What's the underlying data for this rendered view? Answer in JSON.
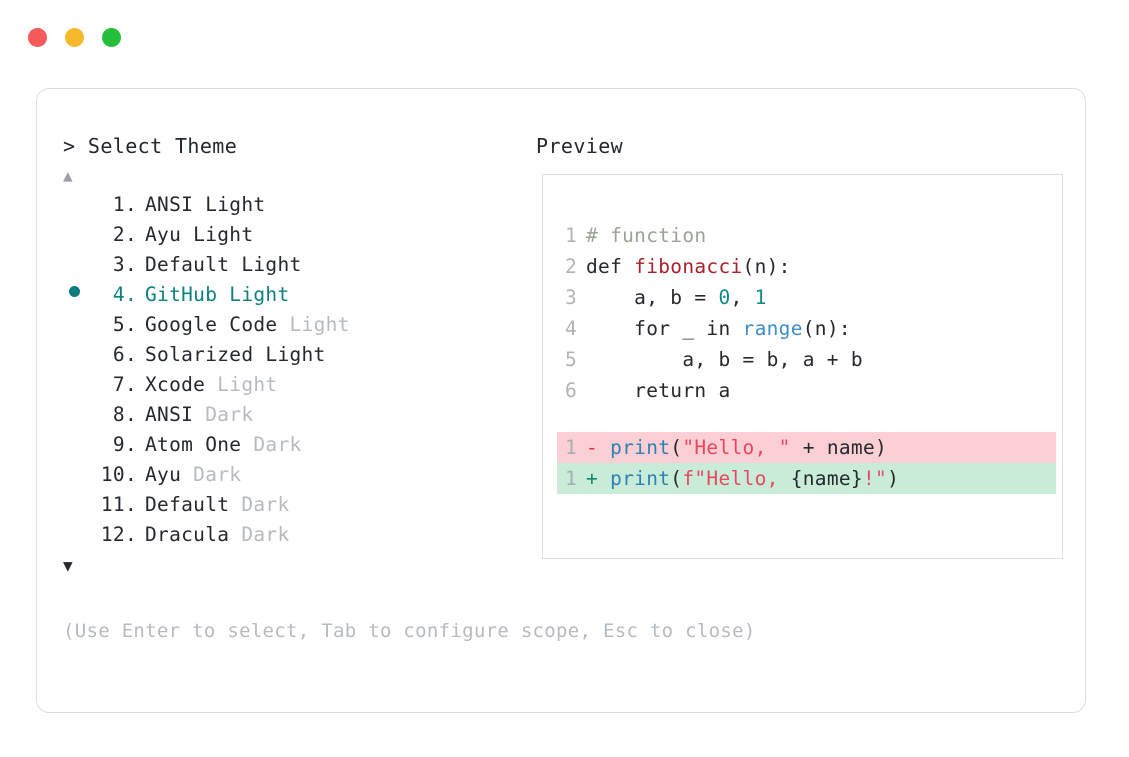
{
  "window": {
    "traffic_lights": [
      {
        "name": "close",
        "color": "#f4595b"
      },
      {
        "name": "minimize",
        "color": "#f7b92c"
      },
      {
        "name": "maximize",
        "color": "#25c03a"
      }
    ]
  },
  "prompt": {
    "marker": "> ",
    "title": "Select Theme"
  },
  "preview": {
    "title": "Preview"
  },
  "scroll": {
    "up_arrow": "▲",
    "down_arrow": "▼"
  },
  "selection": {
    "selected_index": 4,
    "accent_color": "#0e8080",
    "bullet": "●"
  },
  "themes": [
    {
      "num": " 1.",
      "name": "ANSI Light",
      "suffix": "",
      "selected": false
    },
    {
      "num": " 2.",
      "name": "Ayu Light",
      "suffix": "",
      "selected": false
    },
    {
      "num": " 3.",
      "name": "Default Light",
      "suffix": "",
      "selected": false
    },
    {
      "num": " 4.",
      "name": "GitHub Light",
      "suffix": "",
      "selected": true
    },
    {
      "num": " 5.",
      "name": "Google Code",
      "suffix": " Light",
      "selected": false
    },
    {
      "num": " 6.",
      "name": "Solarized Light",
      "suffix": "",
      "selected": false
    },
    {
      "num": " 7.",
      "name": "Xcode",
      "suffix": " Light",
      "selected": false
    },
    {
      "num": " 8.",
      "name": "ANSI",
      "suffix": " Dark",
      "selected": false
    },
    {
      "num": " 9.",
      "name": "Atom One",
      "suffix": " Dark",
      "selected": false
    },
    {
      "num": "10.",
      "name": "Ayu",
      "suffix": " Dark",
      "selected": false
    },
    {
      "num": "11.",
      "name": "Default",
      "suffix": " Dark",
      "selected": false
    },
    {
      "num": "12.",
      "name": "Dracula",
      "suffix": " Dark",
      "selected": false
    }
  ],
  "code": {
    "lines": [
      {
        "ln": "1",
        "tokens": [
          {
            "t": "# function",
            "c": "comment"
          }
        ]
      },
      {
        "ln": "2",
        "tokens": [
          {
            "t": "def ",
            "c": "kw"
          },
          {
            "t": "fibonacci",
            "c": "fnname"
          },
          {
            "t": "(n):",
            "c": "plain"
          }
        ]
      },
      {
        "ln": "3",
        "tokens": [
          {
            "t": "    a, b = ",
            "c": "plain"
          },
          {
            "t": "0",
            "c": "num"
          },
          {
            "t": ", ",
            "c": "plain"
          },
          {
            "t": "1",
            "c": "num"
          }
        ]
      },
      {
        "ln": "4",
        "tokens": [
          {
            "t": "    for _ in ",
            "c": "plain"
          },
          {
            "t": "range",
            "c": "builtin"
          },
          {
            "t": "(n):",
            "c": "plain"
          }
        ]
      },
      {
        "ln": "5",
        "tokens": [
          {
            "t": "        a, b = b, a + b",
            "c": "plain"
          }
        ]
      },
      {
        "ln": "6",
        "tokens": [
          {
            "t": "    return a",
            "c": "plain"
          }
        ]
      }
    ],
    "diff": [
      {
        "ln": "1",
        "kind": "del",
        "tokens": [
          {
            "t": "- ",
            "c": "mark-del"
          },
          {
            "t": "print",
            "c": "fncall"
          },
          {
            "t": "(",
            "c": "plain"
          },
          {
            "t": "\"Hello, \"",
            "c": "str"
          },
          {
            "t": " + name)",
            "c": "plain"
          }
        ]
      },
      {
        "ln": "1",
        "kind": "add",
        "tokens": [
          {
            "t": "+ ",
            "c": "mark-add"
          },
          {
            "t": "print",
            "c": "fncall"
          },
          {
            "t": "(",
            "c": "plain"
          },
          {
            "t": "f\"Hello, ",
            "c": "str"
          },
          {
            "t": "{name}",
            "c": "plain"
          },
          {
            "t": "!\"",
            "c": "str"
          },
          {
            "t": ")",
            "c": "plain"
          }
        ]
      }
    ]
  },
  "footer": {
    "hint": "(Use Enter to select, Tab to configure scope, Esc to close)"
  }
}
